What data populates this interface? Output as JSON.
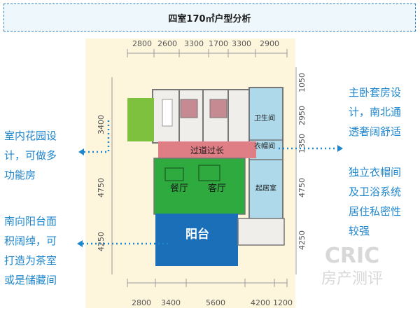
{
  "header": {
    "title": "四室170㎡户型分析"
  },
  "dimensions": {
    "top": [
      "2800",
      "2600",
      "3300",
      "1700",
      "3300",
      "2900"
    ],
    "bottom": [
      "2800",
      "3400",
      "5600",
      "4200",
      "1200"
    ],
    "left": [
      "3400",
      "4750",
      "4250"
    ],
    "right": [
      "1050",
      "2950",
      "1350",
      "4750",
      "4250"
    ]
  },
  "rooms": {
    "corridor": "过道过长",
    "dining": "餐厅",
    "living": "客厅",
    "bathroom": "卫生间",
    "closet": "衣帽间",
    "bedroom": "起居室",
    "balcony": "阳台"
  },
  "annotations": {
    "left_garden": [
      "室内花园设",
      "计，可做多",
      "功能房"
    ],
    "left_balcony": [
      "南向阳台面",
      "积阔绰，可",
      "打造为茶室",
      "或是储藏间"
    ],
    "right_suite": [
      "主卧套房设",
      "计，南北通",
      "透奢阔舒适"
    ],
    "right_closet": [
      "独立衣帽间",
      "及卫浴系统",
      "居住私密性",
      "较强"
    ]
  },
  "watermark": {
    "line1": "CRIC",
    "line2": "房产测评"
  },
  "colors": {
    "accent": "#1f86cc",
    "garden": "#7dc13f",
    "dining_living": "#2faa3f",
    "balcony": "#1b6fb8",
    "corridor": "#e07e86",
    "master_suite": "#9fd3ec",
    "title_border": "#2f7fbf"
  }
}
